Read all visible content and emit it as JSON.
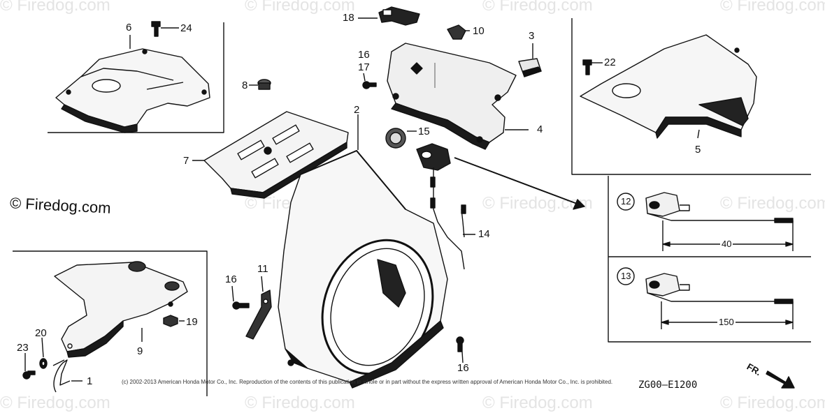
{
  "watermark": "© Firedog.com",
  "brand_watermark": "© Firedog.com",
  "copyright": "(c) 2002-2013 American Honda Motor Co., Inc. Reproduction of the contents of this publication in whole or in part without the express written approval of American Honda Motor Co., Inc. is prohibited.",
  "diagram_code": "ZG00—E1200",
  "direction_label": "FR.",
  "callouts": {
    "c1": "1",
    "c2": "2",
    "c3": "3",
    "c4": "4",
    "c5": "5",
    "c6": "6",
    "c7": "7",
    "c8": "8",
    "c9": "9",
    "c10": "10",
    "c11": "11",
    "c14": "14",
    "c15": "15",
    "c16a": "16",
    "c16b": "16",
    "c16c": "16",
    "c17": "17",
    "c18": "18",
    "c19": "19",
    "c20": "20",
    "c22": "22",
    "c23": "23",
    "c24": "24"
  },
  "inset": {
    "variant12": {
      "number": "12",
      "dimension": "40"
    },
    "variant13": {
      "number": "13",
      "dimension": "150"
    }
  },
  "colors": {
    "line": "#111111",
    "fill": "#1a1a1a",
    "watermark": "#e4e4e4"
  }
}
